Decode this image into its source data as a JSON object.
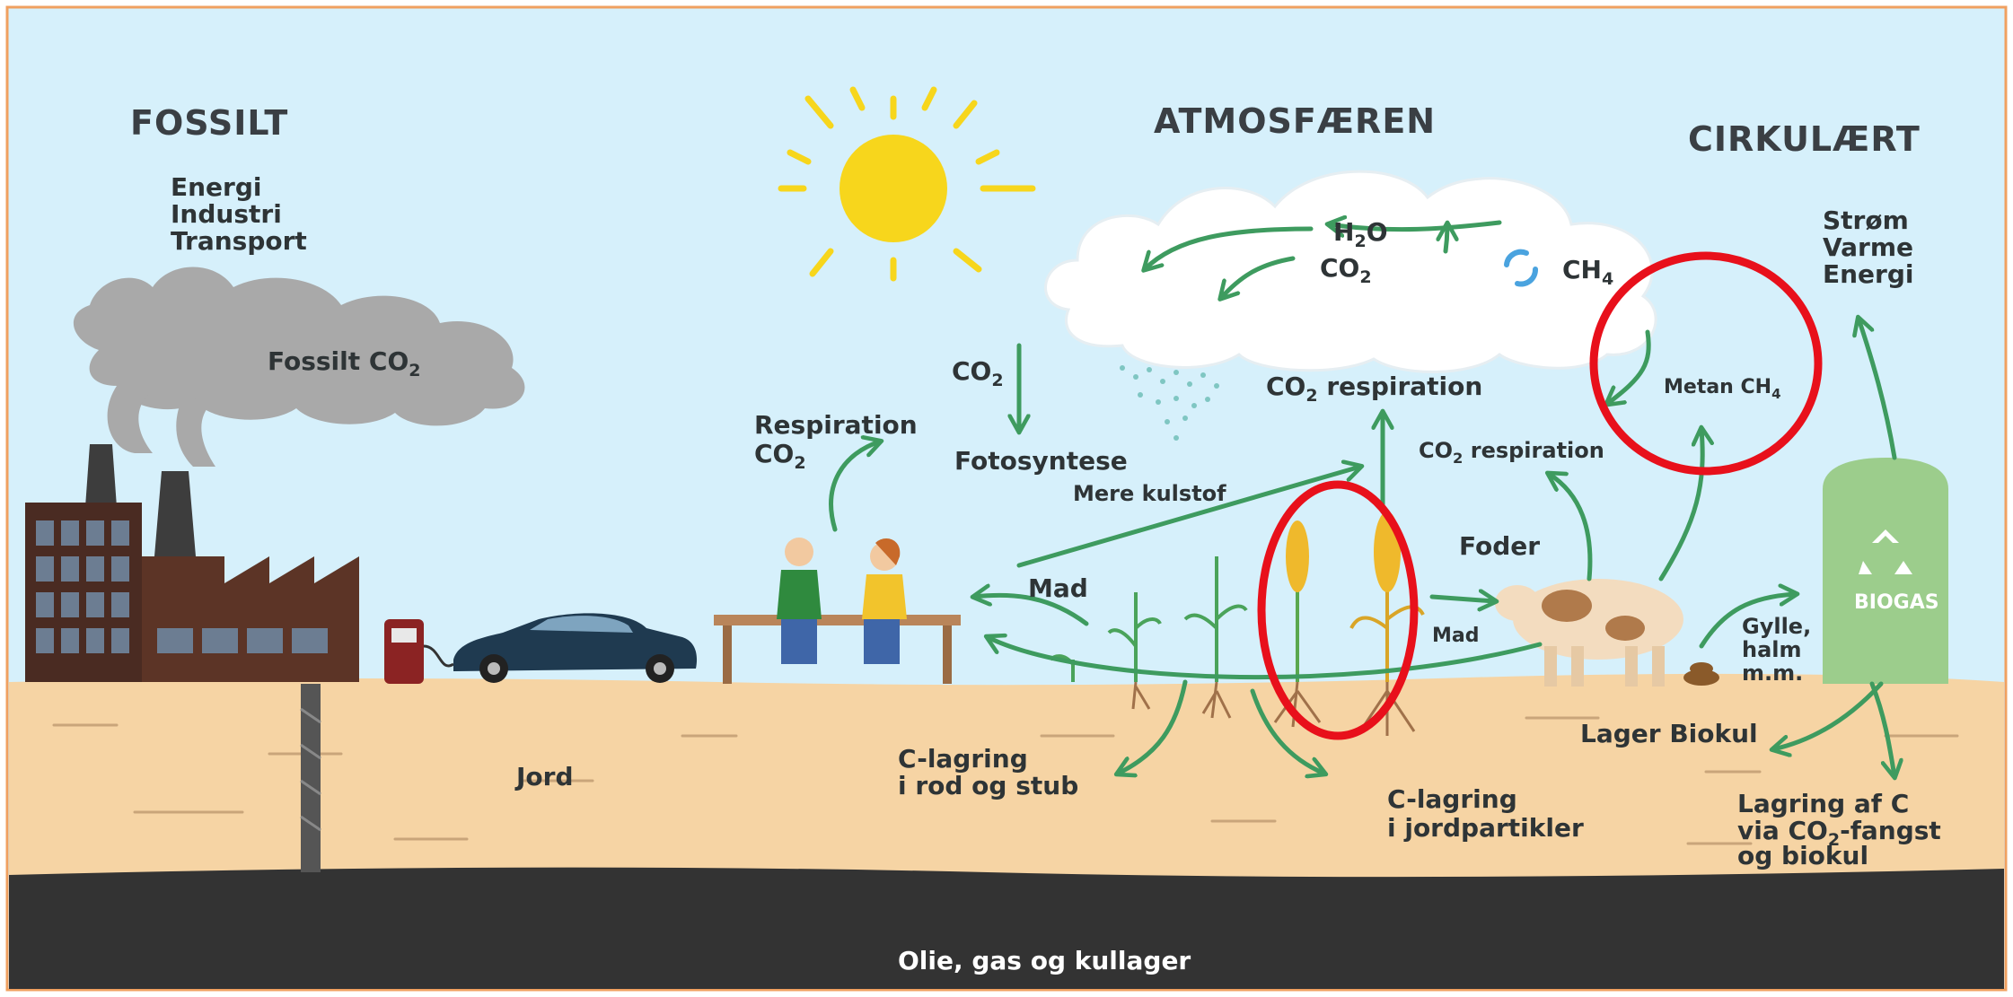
{
  "headings": {
    "fossilt": "FOSSILT",
    "atmosphere": "ATMOSFÆREN",
    "circular": "CIRKULÆRT"
  },
  "fossil_uses": [
    "Energi",
    "Industri",
    "Transport"
  ],
  "circular_uses": [
    "Strøm",
    "Varme",
    "Energi"
  ],
  "fossil_co2": {
    "text": "Fossilt CO",
    "sub": "2"
  },
  "cloud": {
    "h2o_a": "H",
    "h2o_sub": "2",
    "h2o_b": "O",
    "co2": "CO",
    "co2_sub": "2",
    "ch4": "CH",
    "ch4_sub": "4"
  },
  "labels": {
    "co2_photo": "CO",
    "co2_photo_sub": "2",
    "fotosyntese": "Fotosyntese",
    "respiration_line1": "Respiration",
    "respiration_co2": "CO",
    "respiration_co2_sub": "2",
    "co2_resp_top": "CO",
    "co2_resp_top_sub": "2",
    "co2_resp_top_rest": " respiration",
    "co2_resp_small": "CO",
    "co2_resp_small_sub": "2",
    "co2_resp_small_rest": " respiration",
    "metan": "Metan CH",
    "metan_sub": "4",
    "mere_kulstof": "Mere kulstof",
    "mad": "Mad",
    "mad_small": "Mad",
    "foder": "Foder",
    "gylle": [
      "Gylle,",
      "halm",
      "m.m."
    ],
    "biogas": "BIOGAS",
    "jord": "Jord",
    "c_root": [
      "C-lagring",
      "i rod og stub"
    ],
    "c_soil": [
      "C-lagring",
      "i jordpartikler"
    ],
    "lager_biokul": "Lager Biokul",
    "lagring_c_1": "Lagring af C",
    "lagring_c_2a": "via CO",
    "lagring_c_2_sub": "2",
    "lagring_c_2b": "-fangst",
    "lagring_c_3": "og biokul",
    "bedrock": "Olie, gas og kullager"
  },
  "colors": {
    "sky": "#d6f0fb",
    "soil": "#f6d4a4",
    "bedrock": "#333333",
    "arrow": "#3e9b5f",
    "highlight": "#e8101b",
    "sun": "#f7d61c",
    "frame": "#f0a060"
  }
}
